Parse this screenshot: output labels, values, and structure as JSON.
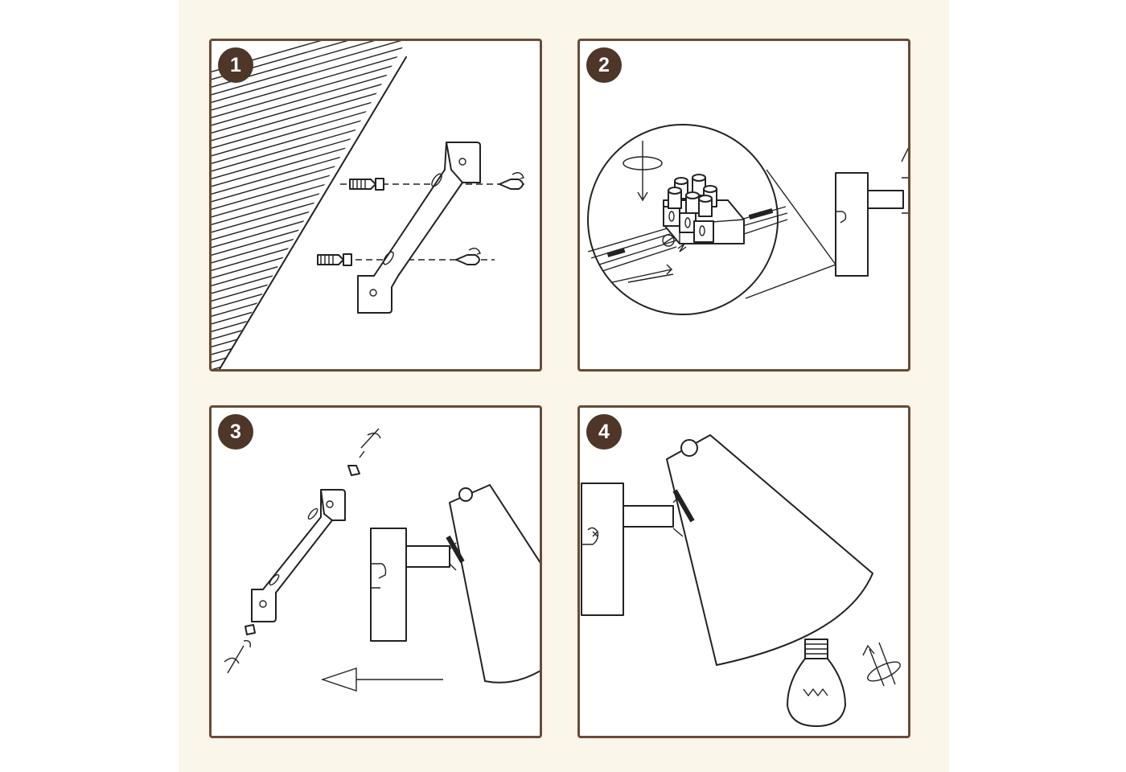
{
  "steps": [
    {
      "number": "1"
    },
    {
      "number": "2"
    },
    {
      "number": "3"
    },
    {
      "number": "4"
    }
  ],
  "colors": {
    "background": "#fbf6ea",
    "panel_border": "#6b4a36",
    "badge": "#4e3628",
    "line": "#222222"
  },
  "icons": [
    "wall-hatch-icon",
    "bracket-icon",
    "wall-plug-icon",
    "screw-icon",
    "terminal-block-icon",
    "wire-icon",
    "lamp-base-icon",
    "lamp-shade-icon",
    "bulb-icon",
    "arrow-left-icon",
    "rotate-icon"
  ]
}
